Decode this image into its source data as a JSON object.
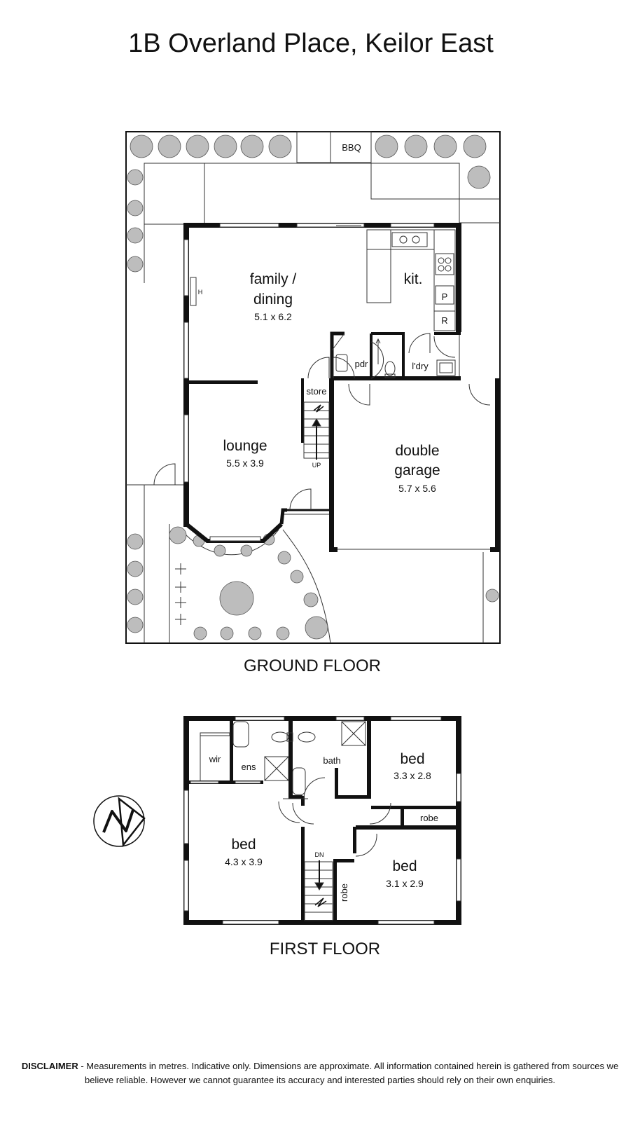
{
  "title": "1B Overland Place, Keilor East",
  "ground_floor": {
    "label": "GROUND FLOOR",
    "bbq": "BBQ",
    "family": {
      "name_line1": "family /",
      "name_line2": "dining",
      "dim": "5.1 x 6.2"
    },
    "kitchen": "kit.",
    "pantry": "P",
    "fridge": "R",
    "heater": "H",
    "powder": "pdr",
    "laundry": "l'dry",
    "store": "store",
    "stair_up": "UP",
    "lounge": {
      "name": "lounge",
      "dim": "5.5 x 3.9"
    },
    "garage": {
      "name_line1": "double",
      "name_line2": "garage",
      "dim": "5.7 x 5.6"
    }
  },
  "first_floor": {
    "label": "FIRST FLOOR",
    "wir": "wir",
    "ensuite": "ens",
    "bath": "bath",
    "bed1": {
      "name": "bed",
      "dim": "3.3 x 2.8"
    },
    "robe1": "robe",
    "master": {
      "name": "bed",
      "dim": "4.3 x 3.9"
    },
    "bed3": {
      "name": "bed",
      "dim": "3.1 x 2.9"
    },
    "robe2": "robe",
    "stair_down": "DN"
  },
  "disclaimer": {
    "heading": "DISCLAIMER",
    "text": " - Measurements in metres. Indicative only. Dimensions are approximate. All information contained herein is gathered from sources we believe reliable. However we cannot guarantee its accuracy and interested parties should rely on their own enquiries."
  }
}
